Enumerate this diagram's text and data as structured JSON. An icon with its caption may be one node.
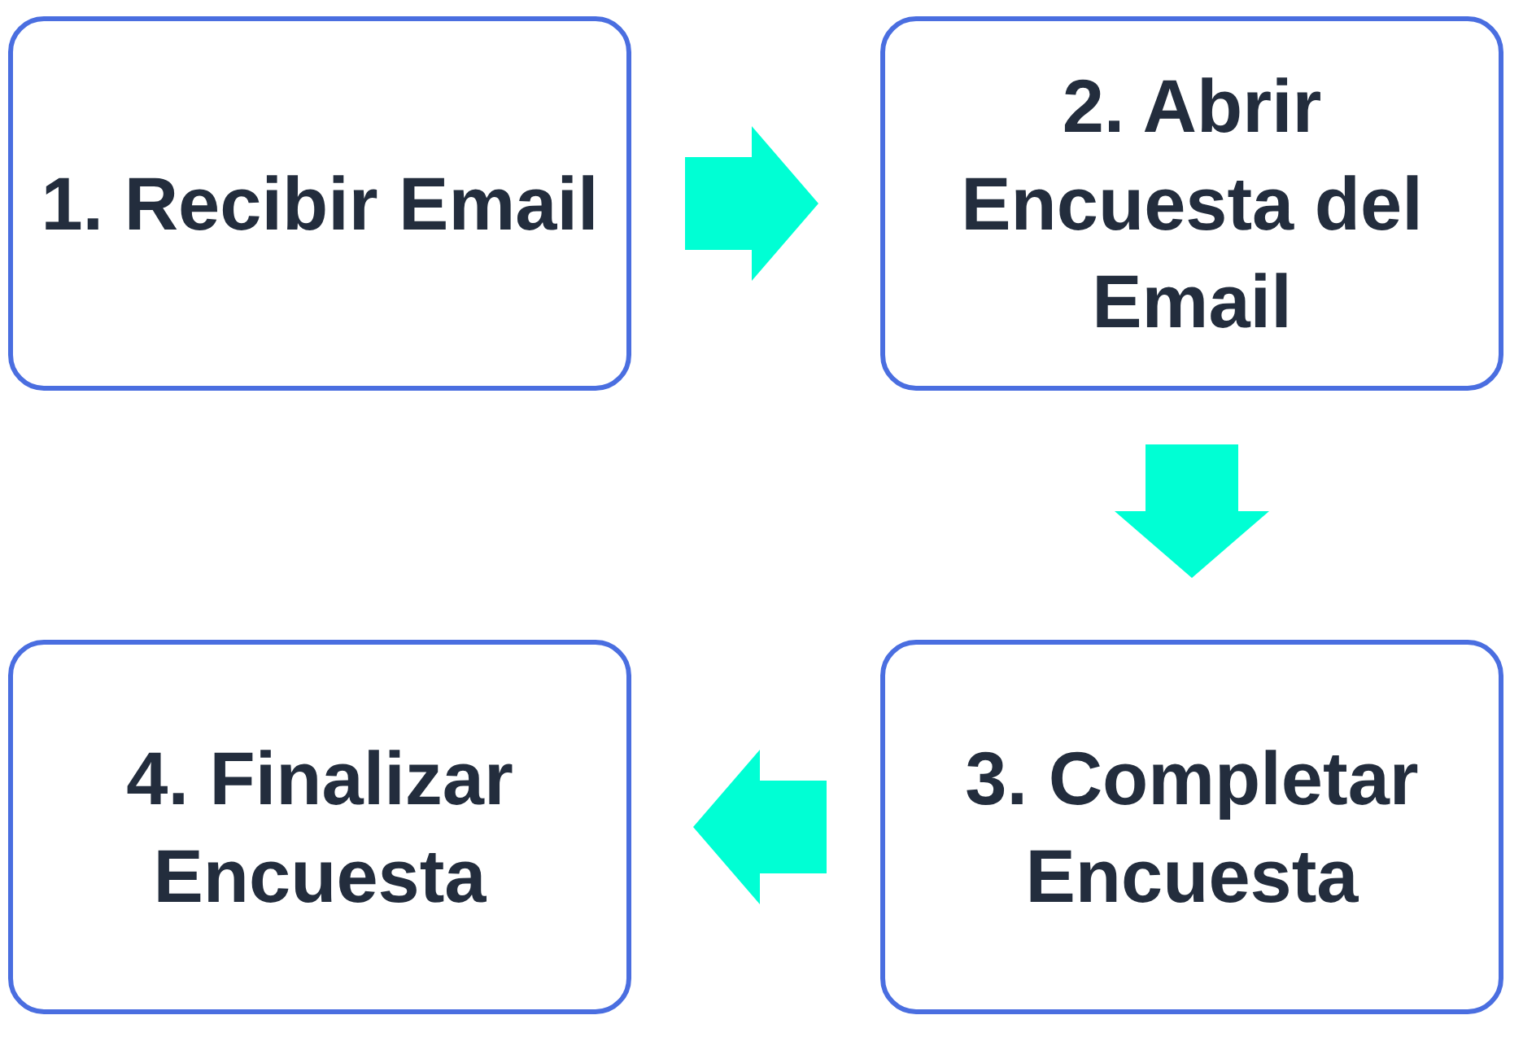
{
  "diagram": {
    "nodes": [
      {
        "text": [
          "1. Recibir Email"
        ]
      },
      {
        "text": [
          "2. Abrir Encuesta del Email"
        ]
      },
      {
        "text": [
          "3. Completar Encuesta"
        ]
      },
      {
        "text": [
          "4. Finalizar Encuesta"
        ]
      }
    ],
    "edges": [
      {
        "from": 0,
        "to": 1,
        "arrow": "to"
      },
      {
        "from": 1,
        "to": 2,
        "arrow": "to"
      },
      {
        "from": 2,
        "to": 3,
        "arrow": "to"
      }
    ]
  }
}
